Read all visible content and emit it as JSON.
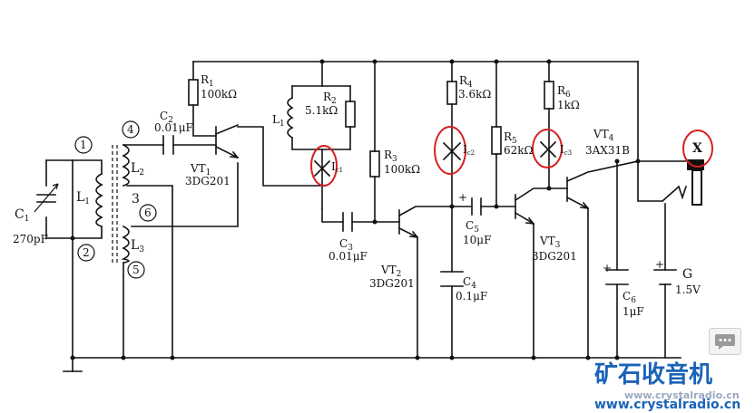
{
  "labels": {
    "c1": "C",
    "c1_sub": "1",
    "c1_val": "270pF",
    "l1": "L",
    "l1_sub": "1",
    "l2": "L",
    "l2_sub": "2",
    "l3": "L",
    "l3_sub": "3",
    "n1": "1",
    "n2": "2",
    "n3": "3",
    "n4": "4",
    "n5": "5",
    "n6": "6",
    "c2": "C",
    "c2_sub": "2",
    "c2_val": "0.01μF",
    "r1": "R",
    "r1_sub": "1",
    "r1_val": "100kΩ",
    "vt1": "VT",
    "vt1_sub": "1",
    "vt1_model": "3DG201",
    "l1b": "L",
    "l1b_sub": "1",
    "r2": "R",
    "r2_sub": "2",
    "r2_val": "5.1kΩ",
    "ic1": "I",
    "ic1_sub": "c1",
    "r3": "R",
    "r3_sub": "3",
    "r3_val": "100kΩ",
    "c3": "C",
    "c3_sub": "3",
    "c3_val": "0.01μF",
    "vt2": "VT",
    "vt2_sub": "2",
    "vt2_model": "3DG201",
    "r4": "R",
    "r4_sub": "4",
    "r4_val": "3.6kΩ",
    "ic2": "I",
    "ic2_sub": "c2",
    "c5": "C",
    "c5_sub": "5",
    "c5_val": "10μF",
    "c4": "C",
    "c4_sub": "4",
    "c4_val": "0.1μF",
    "r5": "R",
    "r5_sub": "5",
    "r5_val": "62kΩ",
    "ic3": "I",
    "ic3_sub": "c3",
    "r6": "R",
    "r6_sub": "6",
    "r6_val": "1kΩ",
    "vt3": "VT",
    "vt3_sub": "3",
    "vt3_model": "3DG201",
    "vt4": "VT",
    "vt4_sub": "4",
    "vt4_model": "3AX31B",
    "c6": "C",
    "c6_sub": "6",
    "c6_val": "1μF",
    "g": "G",
    "g_val": "1.5V",
    "x": "X",
    "plus": "+"
  },
  "watermark": {
    "title": "矿石收音机",
    "url": "www.crystalradio.cn",
    "url_echo": "www.crystalradio.cn"
  },
  "colors": {
    "wire": "#111111",
    "highlight": "#d62020",
    "brand": "#1a63b8"
  },
  "icons": {
    "chat": "chat-bubble-icon"
  }
}
